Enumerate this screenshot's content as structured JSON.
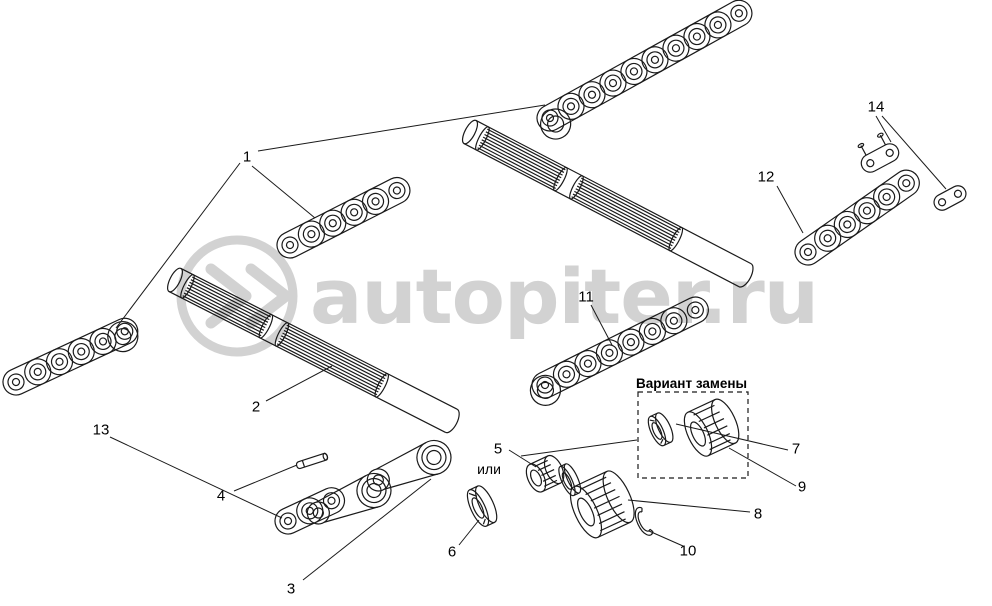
{
  "diagram": {
    "watermark_text": "autopiter.ru",
    "variant_title": "Вариант замены",
    "or_label": "или",
    "callouts": {
      "c1": "1",
      "c2": "2",
      "c3": "3",
      "c4": "4",
      "c5": "5",
      "c6": "6",
      "c7": "7",
      "c8": "8",
      "c9": "9",
      "c10": "10",
      "c11": "11",
      "c12": "12",
      "c13": "13",
      "c14": "14"
    },
    "colors": {
      "line": "#1a1a1a",
      "watermark": "#d2d2d2",
      "background": "#ffffff"
    }
  }
}
